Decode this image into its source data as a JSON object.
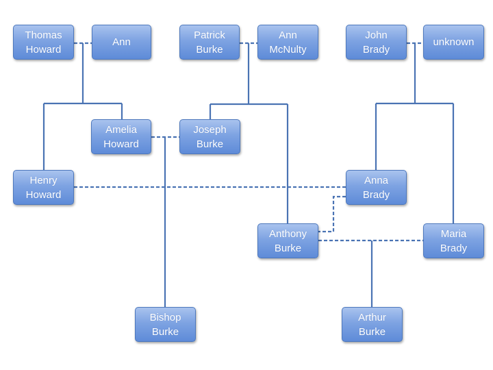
{
  "people": {
    "thomas_howard": {
      "line1": "Thomas",
      "line2": "Howard"
    },
    "ann": {
      "line1": "Ann",
      "line2": ""
    },
    "patrick_burke": {
      "line1": "Patrick",
      "line2": "Burke"
    },
    "ann_mcnulty": {
      "line1": "Ann",
      "line2": "McNulty"
    },
    "john_brady": {
      "line1": "John",
      "line2": "Brady"
    },
    "unknown": {
      "line1": "unknown",
      "line2": ""
    },
    "amelia_howard": {
      "line1": "Amelia",
      "line2": "Howard"
    },
    "joseph_burke": {
      "line1": "Joseph",
      "line2": "Burke"
    },
    "henry_howard": {
      "line1": "Henry",
      "line2": "Howard"
    },
    "anna_brady": {
      "line1": "Anna",
      "line2": "Brady"
    },
    "anthony_burke": {
      "line1": "Anthony",
      "line2": "Burke"
    },
    "maria_brady": {
      "line1": "Maria",
      "line2": "Brady"
    },
    "bishop_burke": {
      "line1": "Bishop",
      "line2": "Burke"
    },
    "arthur_burke": {
      "line1": "Arthur",
      "line2": "Burke"
    }
  }
}
